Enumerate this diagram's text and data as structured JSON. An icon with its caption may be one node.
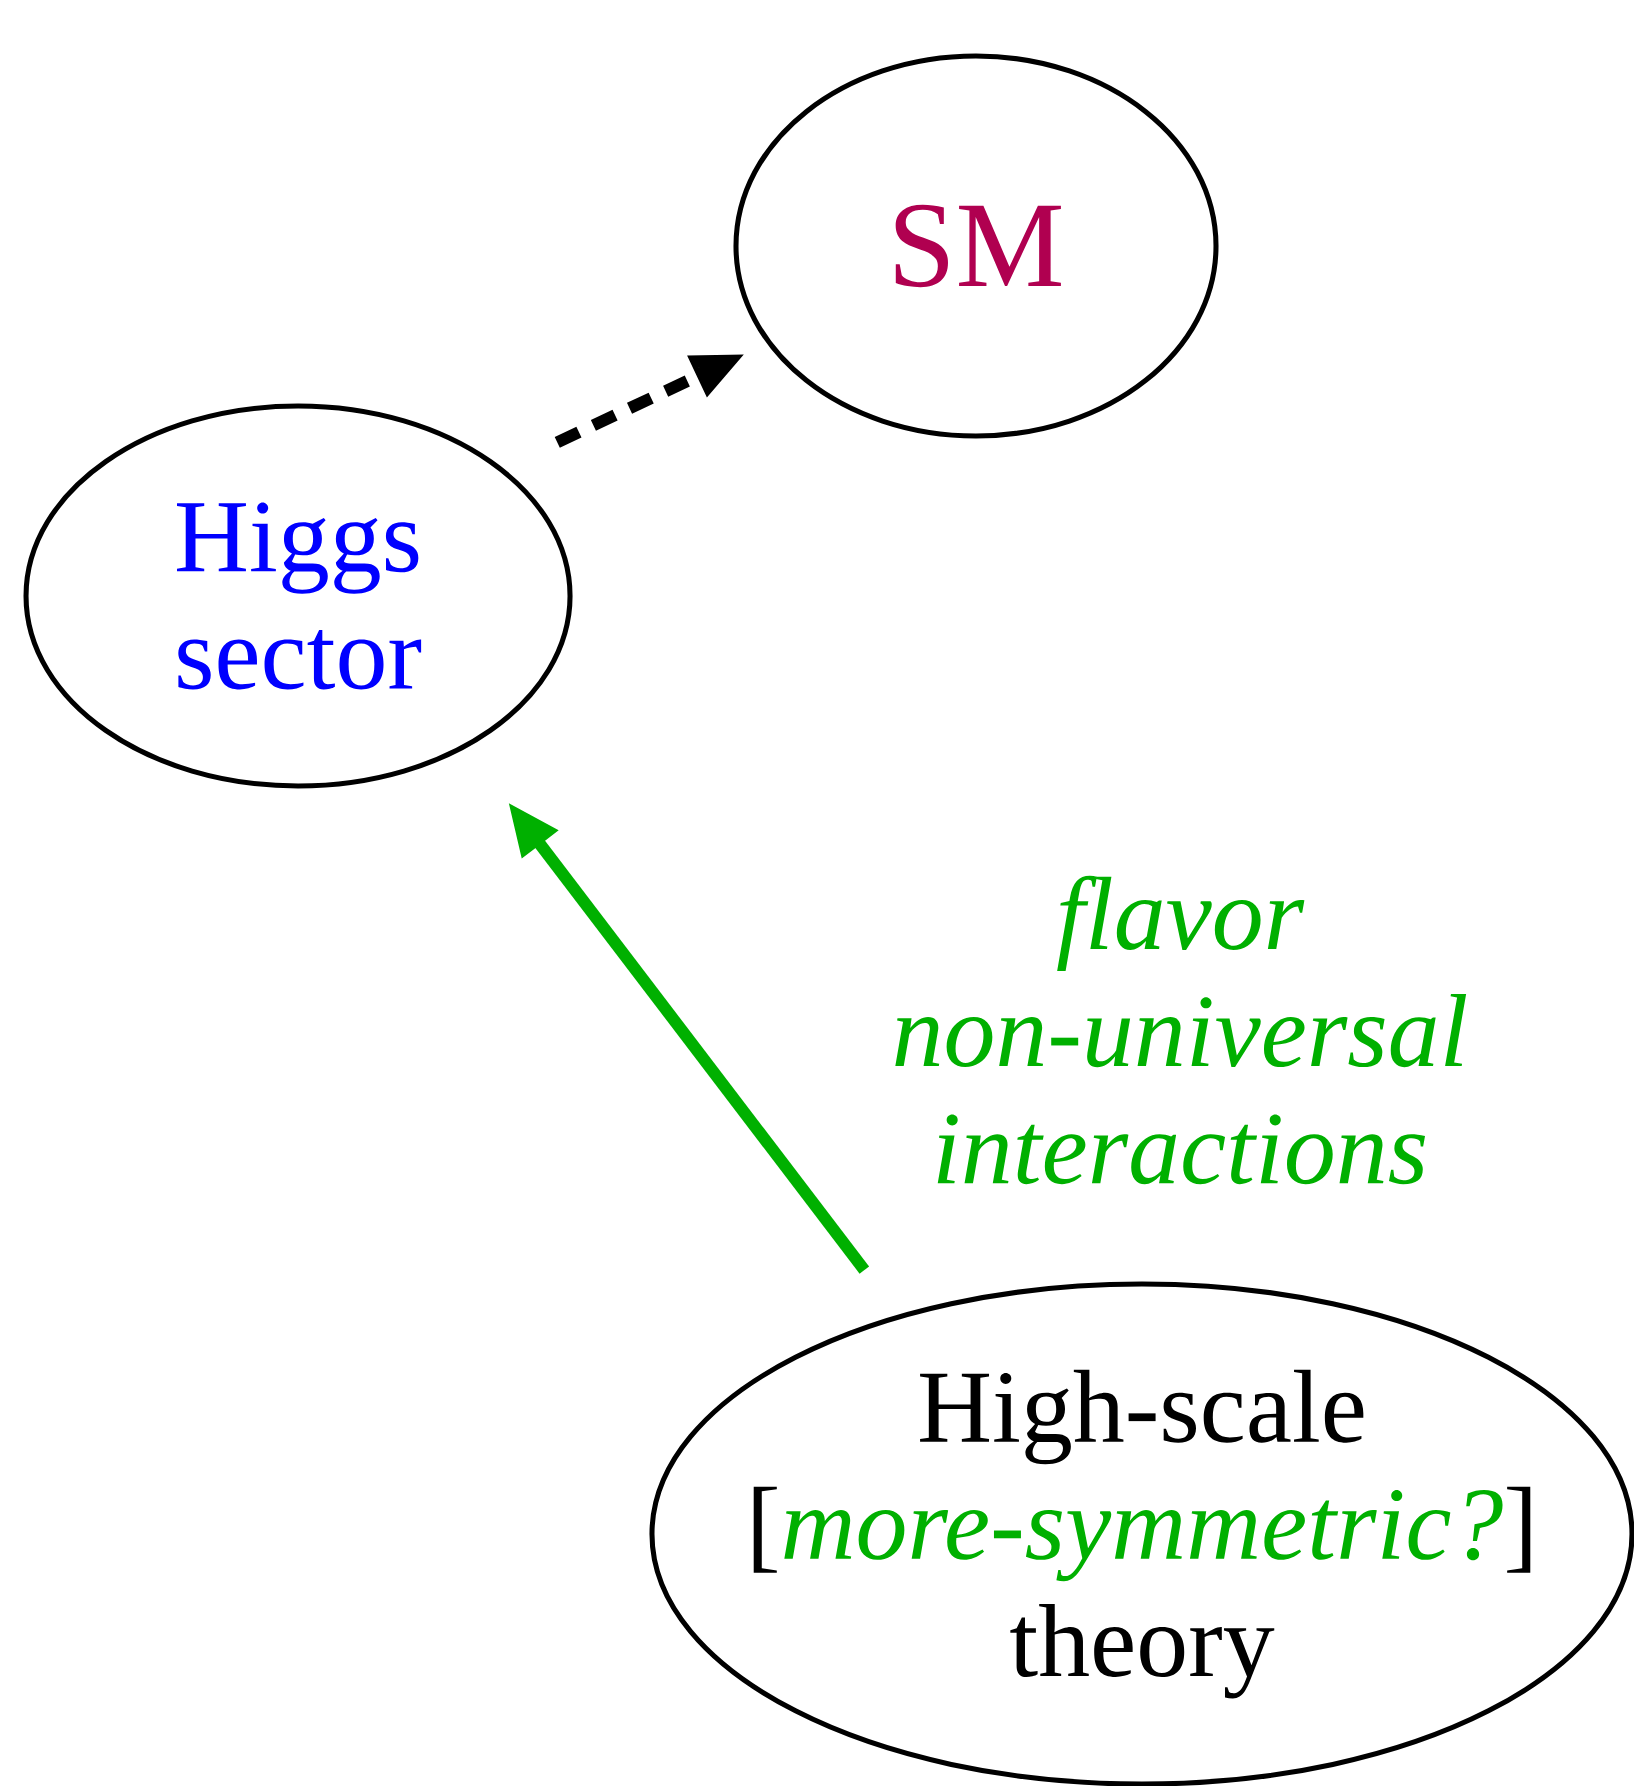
{
  "diagram": {
    "nodes": [
      {
        "text": [
          "SM"
        ]
      },
      {
        "text": [
          "Higgs sector"
        ]
      },
      {
        "text": [
          "High-scale [*more-symmetric?*] theory"
        ]
      }
    ],
    "edges": [
      {
        "from": 1,
        "to": 0,
        "arrow": "to",
        "style": "dashed"
      },
      {
        "from": 2,
        "to": 1,
        "arrow": "to",
        "color": "#00b000",
        "label": "flavor non-universal interactions"
      }
    ]
  }
}
